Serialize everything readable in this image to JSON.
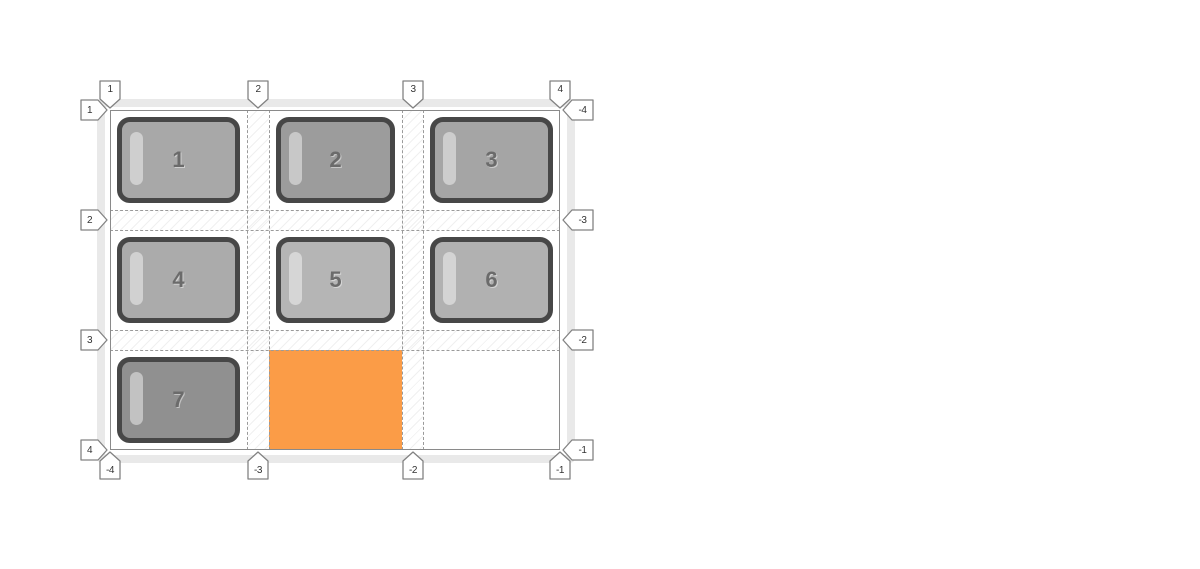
{
  "figure": {
    "description": "CSS grid line numbering illustration: 3x3 grid with 7 items, hatched gutters, dashed track lines, numbered line markers and one highlighted empty cell",
    "items": [
      {
        "label": "1",
        "row": 1,
        "col": 1,
        "fill": "#a8a8a8"
      },
      {
        "label": "2",
        "row": 1,
        "col": 2,
        "fill": "#9c9c9c"
      },
      {
        "label": "3",
        "row": 1,
        "col": 3,
        "fill": "#a5a5a5"
      },
      {
        "label": "4",
        "row": 2,
        "col": 1,
        "fill": "#ababab"
      },
      {
        "label": "5",
        "row": 2,
        "col": 2,
        "fill": "#b5b5b5"
      },
      {
        "label": "6",
        "row": 2,
        "col": 3,
        "fill": "#b1b1b1"
      },
      {
        "label": "7",
        "row": 3,
        "col": 1,
        "fill": "#909090"
      }
    ],
    "highlighted_cell": {
      "row": 3,
      "col": 2,
      "color": "#fb9c47"
    },
    "line_numbers": {
      "column_top": [
        "1",
        "2",
        "3",
        "4"
      ],
      "column_bottom": [
        "-4",
        "-3",
        "-2",
        "-1"
      ],
      "row_left": [
        "1",
        "2",
        "3",
        "4"
      ],
      "row_right": [
        "-4",
        "-3",
        "-2",
        "-1"
      ]
    },
    "colors": {
      "container_padding_background": "#e9e9e9",
      "cell_background": "#ffffff",
      "item_border": "#474747",
      "item_number_text": "#6b6b6b",
      "grid_boundary_line": "#8a8a8a",
      "dashed_line": "#9a9a9a",
      "highlight": "#fb9c47",
      "marker_background": "#ffffff",
      "marker_border": "#828282",
      "marker_text": "#333333"
    }
  }
}
